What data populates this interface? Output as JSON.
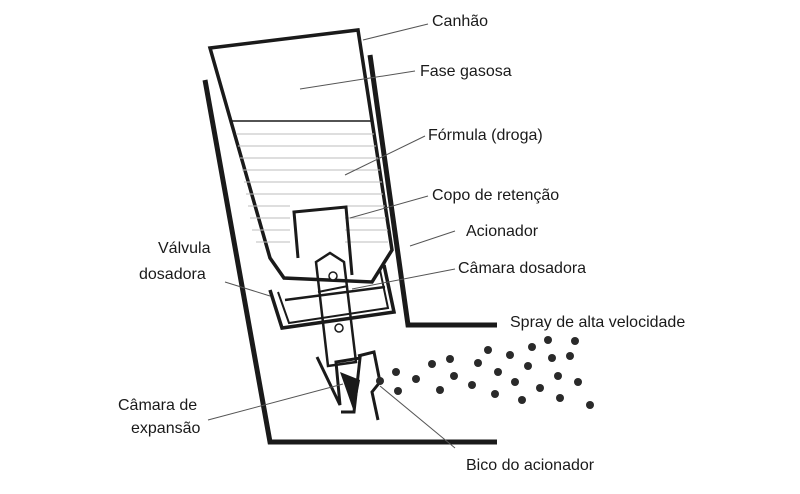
{
  "labels": {
    "canhao": "Canhão",
    "fase_gasosa": "Fase gasosa",
    "formula": "Fórmula (droga)",
    "copo": "Copo de retenção",
    "acionador": "Acionador",
    "valvula_1": "Válvula",
    "valvula_2": "dosadora",
    "camara_dosadora": "Câmara dosadora",
    "spray": "Spray de alta velocidade",
    "camara_exp_1": "Câmara de",
    "camara_exp_2": "expansão",
    "bico": "Bico do acionador"
  }
}
